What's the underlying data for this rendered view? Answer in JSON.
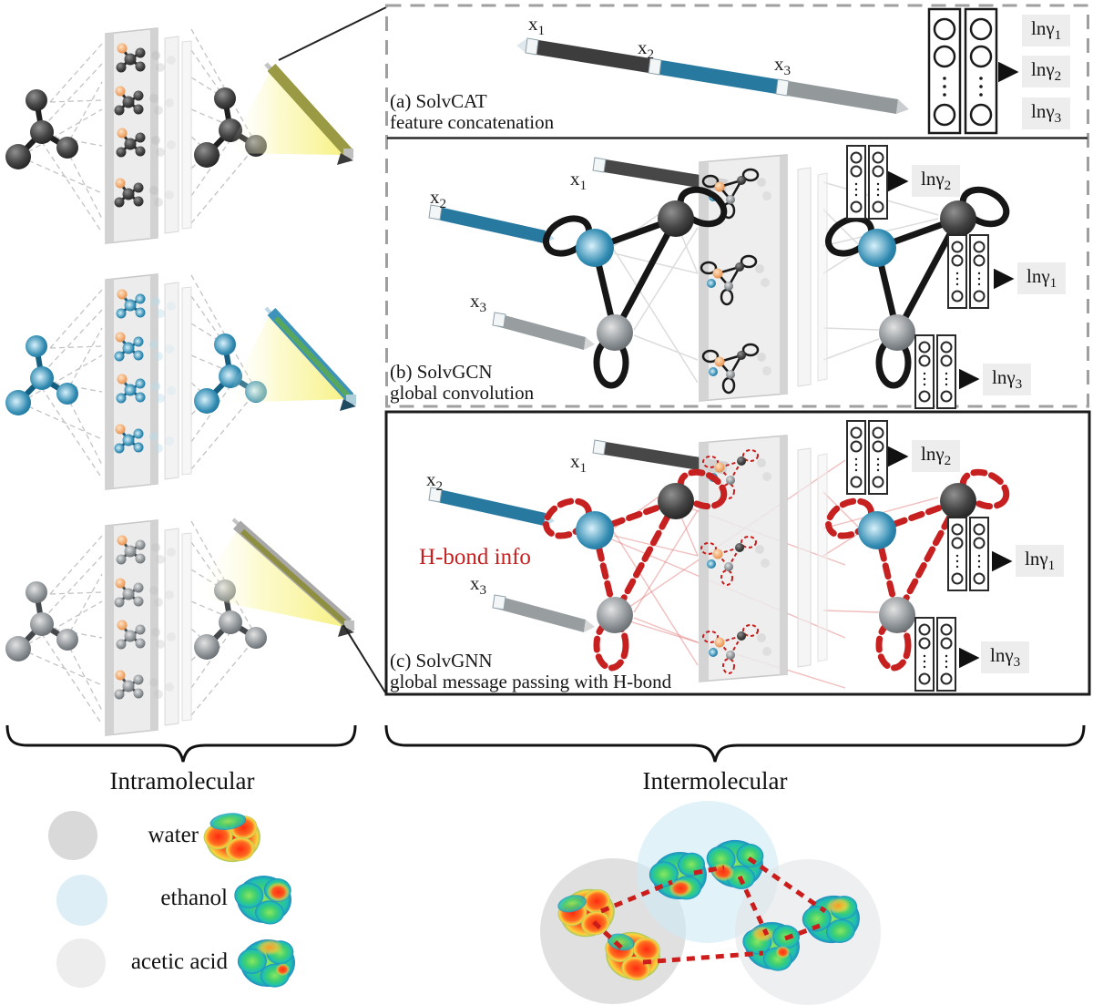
{
  "panels": [
    {
      "key": "a",
      "title": "(a) SolvCAT",
      "subtitle": "feature concatenation"
    },
    {
      "key": "b",
      "title": "(b) SolvGCN",
      "subtitle": "global convolution"
    },
    {
      "key": "c",
      "title": "(c) SolvGNN",
      "subtitle": "global message passing with H-bond",
      "hbond_label": "H-bond info"
    }
  ],
  "features": [
    {
      "base": "x",
      "sub": "1"
    },
    {
      "base": "x",
      "sub": "2"
    },
    {
      "base": "x",
      "sub": "3"
    }
  ],
  "outputs": [
    {
      "base": "lnγ",
      "sub": "1"
    },
    {
      "base": "lnγ",
      "sub": "2"
    },
    {
      "base": "lnγ",
      "sub": "3"
    }
  ],
  "brackets": {
    "intramolecular": "Intramolecular",
    "intermolecular": "Intermolecular"
  },
  "legend": [
    {
      "name": "water",
      "swatch_color": "#d9d9d9"
    },
    {
      "name": "ethanol",
      "swatch_color": "#ddeef6"
    },
    {
      "name": "acetic acid",
      "swatch_color": "#ededed"
    }
  ],
  "colors": {
    "component_dark": "#3d3d3d",
    "component_blue": "#2779a0",
    "component_gray": "#93989b",
    "hbond_red": "#c62020",
    "output_box_bg": "#ededed",
    "highlight_orange": "#e8964f"
  }
}
